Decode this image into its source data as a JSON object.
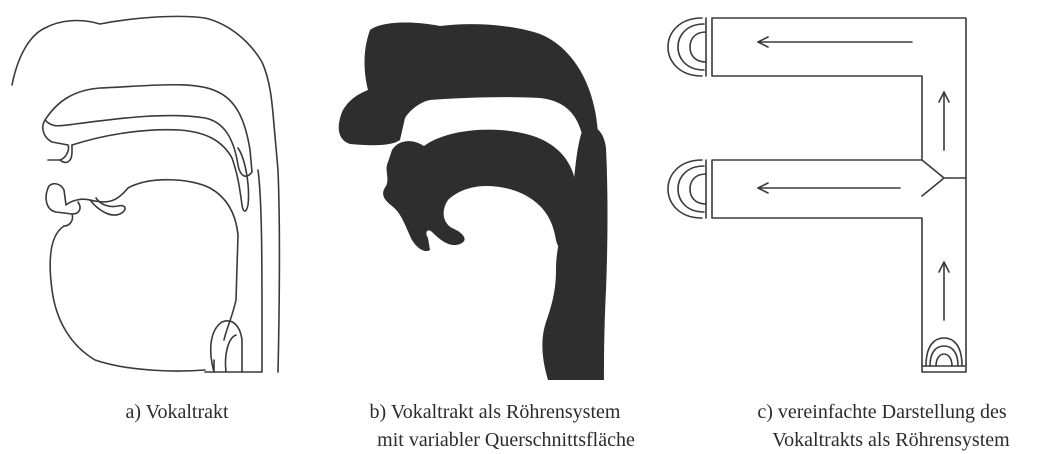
{
  "panels": {
    "a": {
      "caption": "a) Vokaltrakt"
    },
    "b": {
      "caption_line1": "b) Vokaltrakt als Röhrensystem",
      "caption_line2": "mit variabler Querschnittsfläche"
    },
    "c": {
      "caption_line1": "c) vereinfachte Darstellung des",
      "caption_line2": "Vokaltrakts als Röhrensystem"
    }
  },
  "colors": {
    "line": "#3a3a3a",
    "fill": "#2e2e2e",
    "text": "#2b2b2b"
  }
}
